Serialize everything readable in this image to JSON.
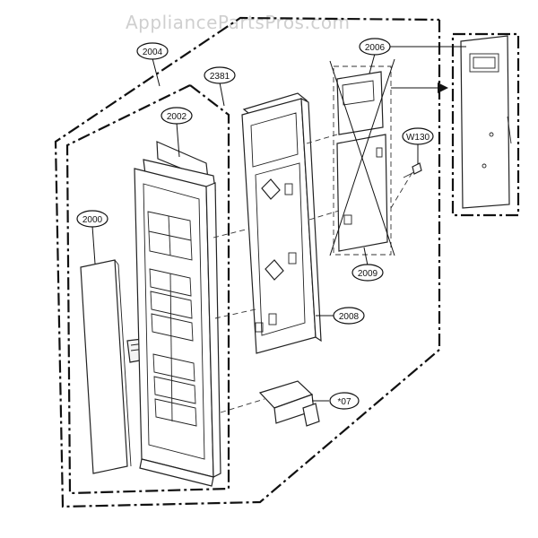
{
  "watermark": "AppliancePartsPros.com",
  "callouts": {
    "c2004": "2004",
    "c2381": "2381",
    "c2002": "2002",
    "c2000": "2000",
    "c2006": "2006",
    "cW130": "W130",
    "c2009": "2009",
    "c2008": "2008",
    "c07": "*07"
  }
}
